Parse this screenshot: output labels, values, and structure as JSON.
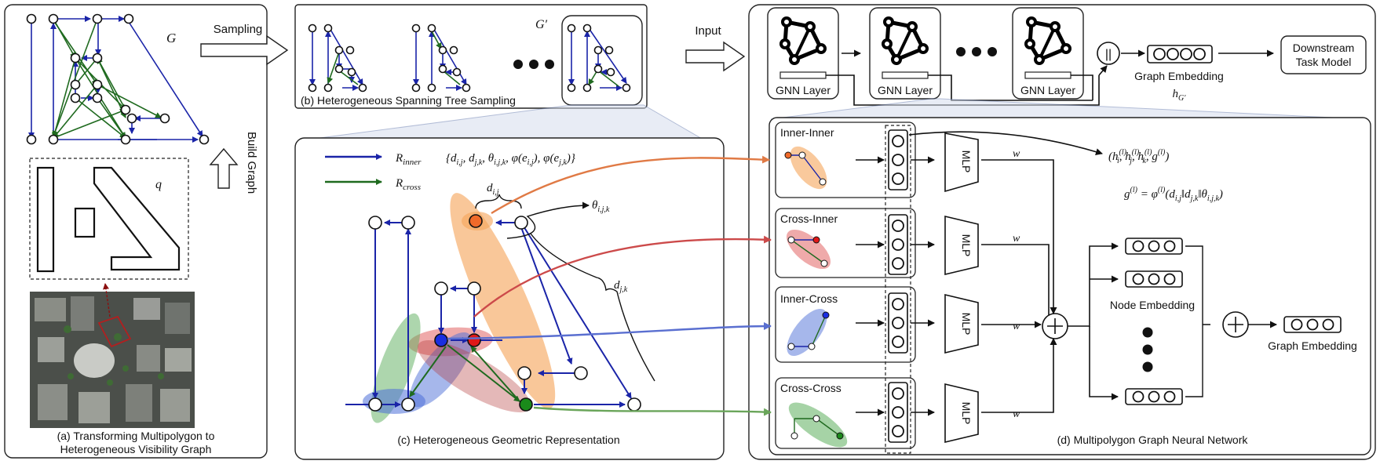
{
  "panel_a": {
    "caption_line1": "(a) Transforming Multipolygon to",
    "caption_line2": "Heterogeneous Visibility Graph",
    "graph_label": "G",
    "polygon_label": "q",
    "build_graph": "Build Graph"
  },
  "arrows": {
    "sampling": "Sampling",
    "input": "Input"
  },
  "panel_b": {
    "caption": "(b) Heterogeneous Spanning Tree Sampling",
    "graph_label": "G′"
  },
  "panel_c": {
    "caption": "(c) Heterogeneous Geometric Representation",
    "legend_inner": "R_inner",
    "legend_cross": "R_cross",
    "feature_set": "{d_{i,j}, d_{j,k}, θ_{i,j,k}, φ(e_{i,j}), φ(e_{j,k})}",
    "dij": "d_{i,j}",
    "djk": "d_{j,k}",
    "theta": "θ_{i,j,k}"
  },
  "panel_d": {
    "gnn_layer": "GNN Layer",
    "concat_symbol": "||",
    "graph_embedding_top": "Graph Embedding",
    "h_g": "h_{G′}",
    "downstream_line1": "Downstream",
    "downstream_line2": "Task Model",
    "rows": [
      "Inner-Inner",
      "Cross-Inner",
      "Inner-Cross",
      "Cross-Cross"
    ],
    "mlp": "MLP",
    "w": "w",
    "h_tuple": "(h_i^{(l)}, h_j^{(l)}, h_k^{(l)}, g^{(l)})",
    "g_eq": "g^{(l)} = φ^{(l)}(d_{i,j} ‖ d_{j,k} ‖ θ_{i,j,k})",
    "node_embedding": "Node Embedding",
    "graph_embedding_bottom": "Graph Embedding",
    "caption": "(d) Multipolygon Graph Neural Network"
  },
  "colors": {
    "inner_edge": "#1a24a8",
    "cross_edge": "#1f6a1f",
    "orange_highlight": "#f5a55a",
    "red_highlight": "#e05555",
    "blue_highlight": "#4d6fd8",
    "green_highlight": "#5cae5c"
  }
}
